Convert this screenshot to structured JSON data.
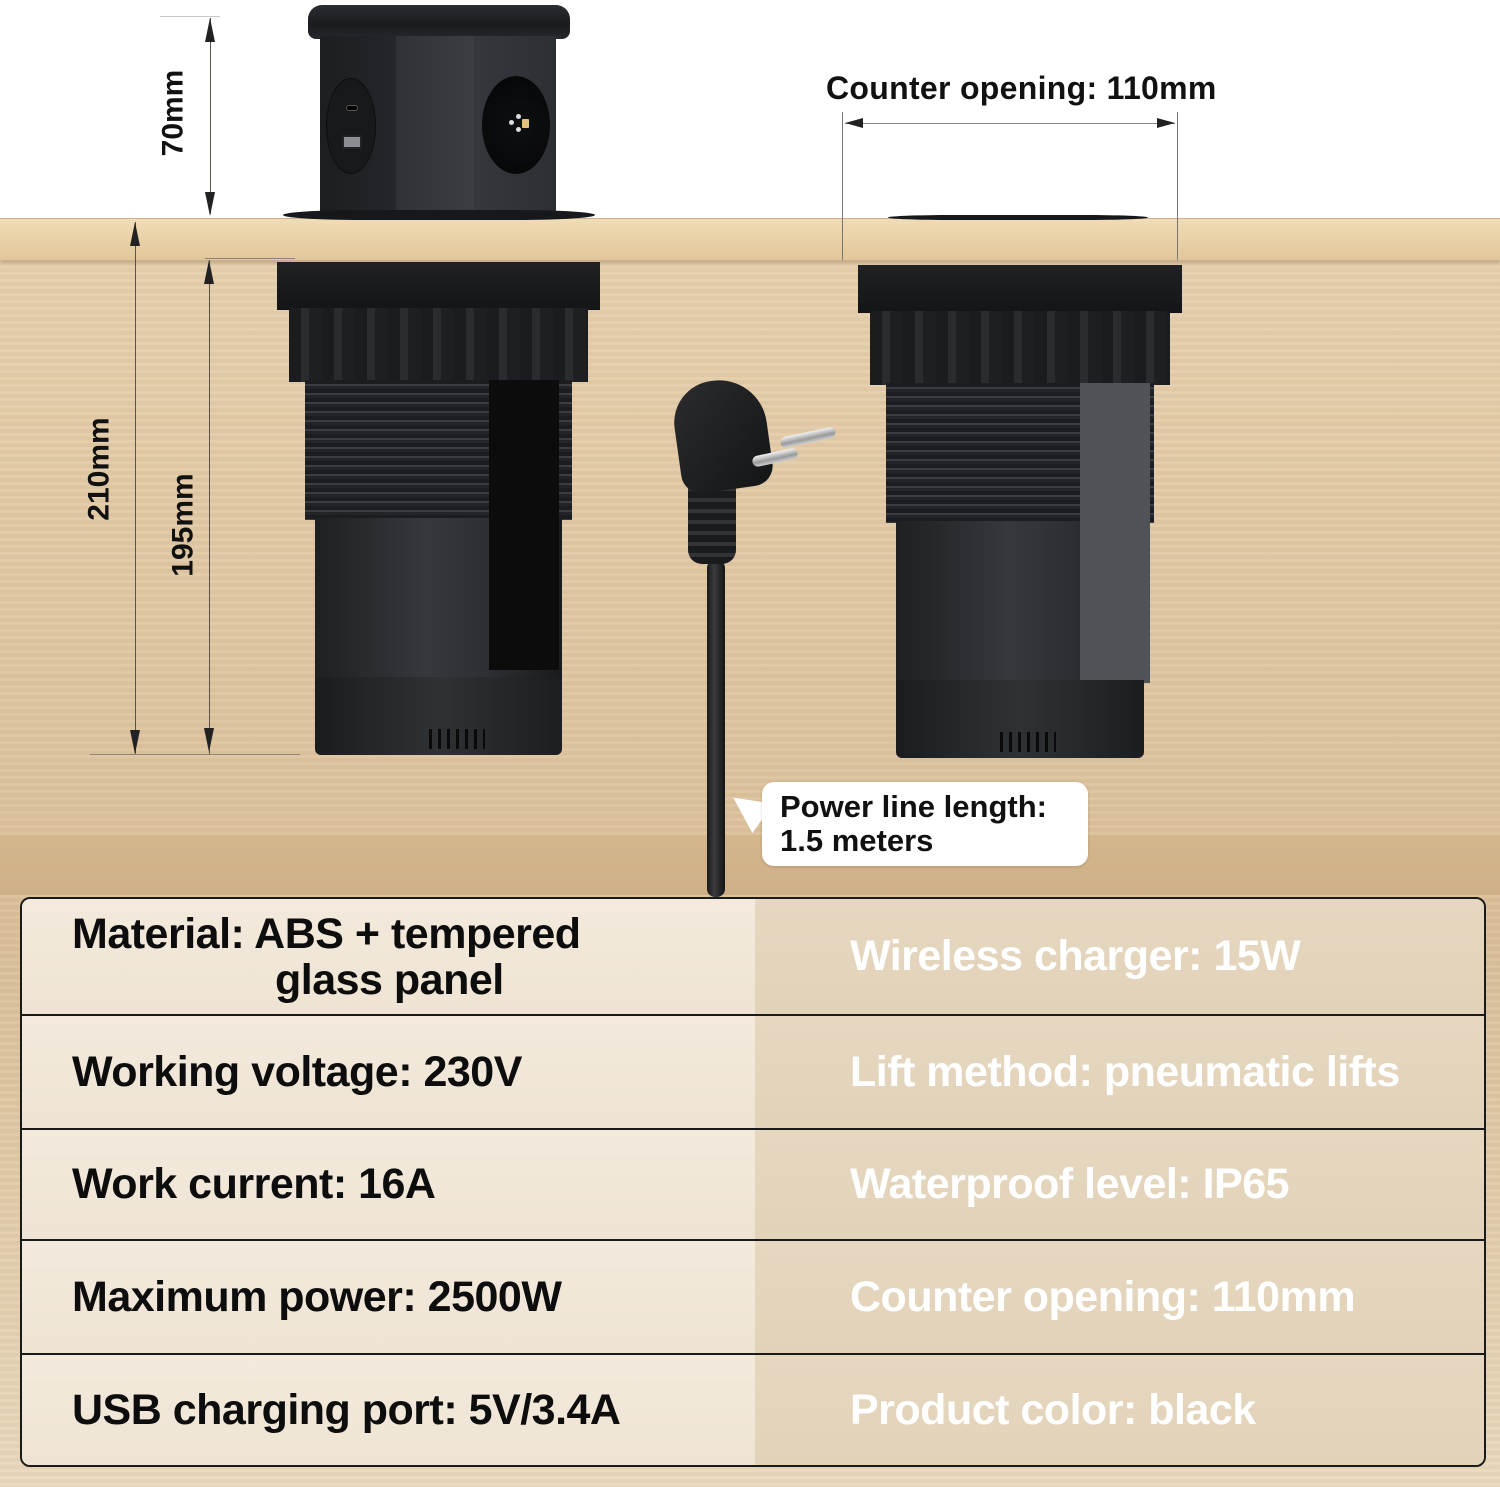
{
  "dimensions": {
    "tower_height": "70mm",
    "total_depth": "210mm",
    "housing_depth": "195mm",
    "counter_opening": "Counter opening: 110mm"
  },
  "callouts": {
    "power_line_label": "Power line length:",
    "power_line_value": "1.5 meters"
  },
  "colors": {
    "wood_light": "#ead3aa",
    "wood_wall": "#dcc29d",
    "product_black": "#1c1e21",
    "table_left_bg": "#f0e6d6",
    "table_right_bg": "#e4d4bc",
    "table_border": "#1a1a1a"
  },
  "specs": {
    "left": [
      {
        "line1": "Material: ABS + tempered",
        "line2": "glass panel"
      },
      {
        "text": "Working voltage: 230V"
      },
      {
        "text": "Work current: 16A"
      },
      {
        "text": "Maximum power: 2500W"
      },
      {
        "text": "USB charging port: 5V/3.4A"
      }
    ],
    "right": [
      {
        "text": "Wireless charger: 15W"
      },
      {
        "text": "Lift method: pneumatic lifts"
      },
      {
        "text": "Waterproof level: IP65"
      },
      {
        "text": "Counter opening: 110mm"
      },
      {
        "text": "Product color: black"
      }
    ]
  }
}
